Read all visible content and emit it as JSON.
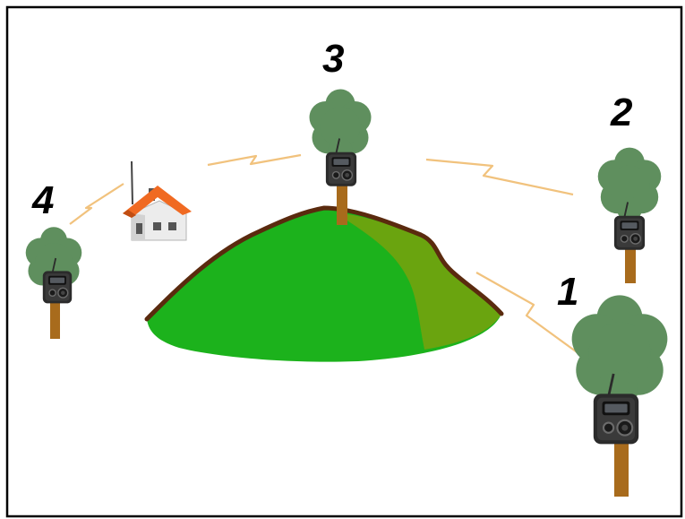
{
  "nodes": [
    {
      "id": "1",
      "label": "1"
    },
    {
      "id": "2",
      "label": "2"
    },
    {
      "id": "3",
      "label": "3"
    },
    {
      "id": "4",
      "label": "4"
    }
  ],
  "links": [
    {
      "from": "1",
      "to": "hill"
    },
    {
      "from": "2",
      "to": "3"
    },
    {
      "from": "3",
      "to": "house"
    },
    {
      "from": "4",
      "to": "house"
    }
  ],
  "colors": {
    "frame": "#000000",
    "canopy": "#5f8f5e",
    "trunk": "#a86b1c",
    "device": "#2b2b2b",
    "hill_dark": "#1cb21c",
    "hill_light": "#6aa40f",
    "hill_outline": "#5a2a0e",
    "link": "#f1c27d",
    "roof": "#f06a22",
    "house_wall": "#ececec"
  },
  "icons": {
    "tree": "tree-icon",
    "device": "camera-trap-icon",
    "house": "house-icon",
    "hill": "hill-icon"
  }
}
